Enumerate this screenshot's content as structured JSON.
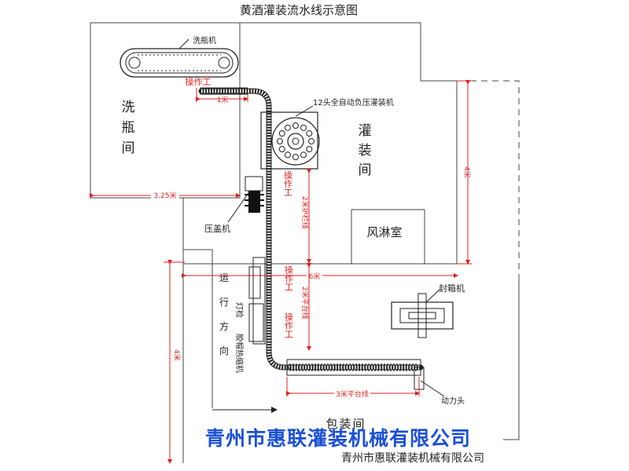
{
  "title": "黄酒灌装流水线示意图",
  "rooms": {
    "washing": {
      "line1": "洗",
      "line2": "瓶",
      "line3": "间",
      "width_label": "3.25米"
    },
    "filling": {
      "line1": "灌",
      "line2": "装",
      "line3": "间",
      "height_label": "4米"
    },
    "air_shower": "风淋室",
    "packing": "包装间",
    "packing_height_label": "4米"
  },
  "equipment": {
    "bottle_washer": "洗瓶机",
    "filler": "12头全自动负压灌装机",
    "capper": "压盖机",
    "light_inspection": "灯检",
    "shrink_capper": "胶帽热缩机",
    "case_sealer": "封箱机",
    "power_head": "动力头"
  },
  "labels": {
    "operator_top": "操作工",
    "conveyor_1m": "1米",
    "operator_v1": "操作工",
    "guardrail": "2米护栏线",
    "operator_v2": "操作工",
    "operator_v3": "操作工",
    "platform_2m": "2米平台线",
    "platform_3m": "3米平台线",
    "span_6m": "6米",
    "direction": [
      "运",
      "行",
      "方",
      "向"
    ]
  },
  "watermark": "青州市惠联灌装机械有限公司",
  "footer": "青州市惠联灌装机械有限公司",
  "colors": {
    "line": "#333333",
    "red": "#e02020",
    "watermark": "#1a4fd6"
  }
}
